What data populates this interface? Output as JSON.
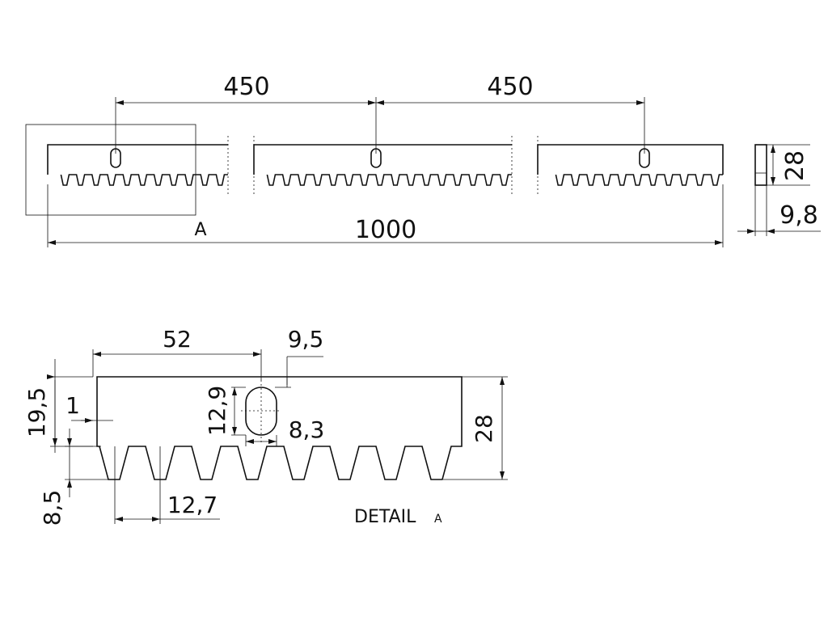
{
  "top_view": {
    "dim_pitch_left": "450",
    "dim_pitch_right": "450",
    "dim_length": "1000",
    "detail_marker": "A"
  },
  "side_view": {
    "dim_height": "28",
    "dim_width": "9,8"
  },
  "detail_view": {
    "dim_slot_spacing": "52",
    "dim_slot_offset": "9,5",
    "dim_slot_height": "12,9",
    "dim_slot_width": "8,3",
    "dim_pitch_line": "19,5",
    "dim_edge_step": "1",
    "dim_tooth_depth": "8,5",
    "dim_tooth_pitch": "12,7",
    "dim_height": "28",
    "caption_main": "DETAIL",
    "caption_sub": "A"
  }
}
